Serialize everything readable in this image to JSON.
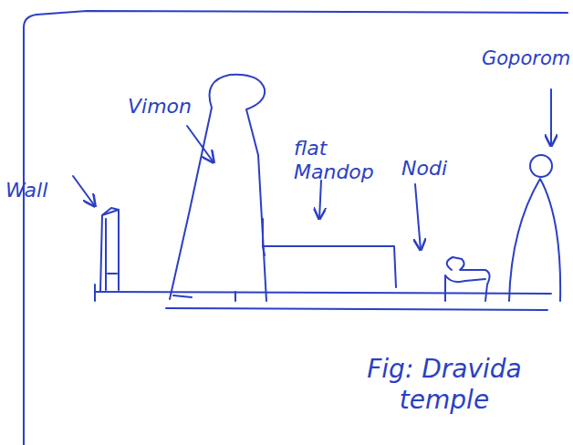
{
  "diagram": {
    "caption": "Fig: Dravida temple",
    "labels": [
      "Wall",
      "Vimon",
      "flat Mandop",
      "Nodi",
      "Goporom"
    ]
  }
}
